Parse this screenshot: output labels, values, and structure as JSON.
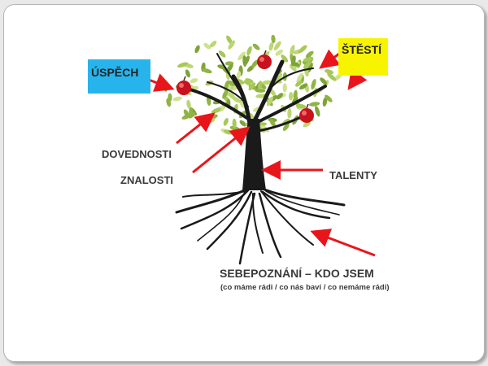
{
  "labels": {
    "uspech": "ÚSPĚCH",
    "stesti": "ŠTĚSTÍ",
    "dovednosti": "DOVEDNOSTI",
    "znalosti": "ZNALOSTI",
    "talenty": "TALENTY",
    "sebepoznani": "SEBEPOZNÁNÍ – KDO JSEM",
    "sebepoznani_sub": "(co máme rádi / co nás baví / co nemáme rádi)"
  },
  "colors": {
    "uspech_box": "#27b4ec",
    "stesti_box": "#f8f400",
    "arrow": "#e8161b",
    "trunk": "#1a1a1a",
    "leaf_light": "#bcd673",
    "leaf_dark": "#7ea33a",
    "apple": "#c8121e"
  }
}
